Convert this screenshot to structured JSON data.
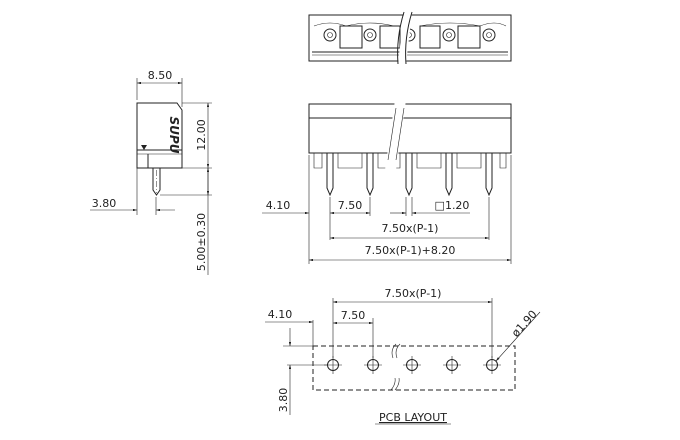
{
  "side_view": {
    "width_dim": "8.50",
    "height_dim": "12.00",
    "pin_length_dim": "5.00±0.30",
    "pin_offset_dim": "3.80",
    "brand_mark": "SUPU"
  },
  "front_view": {
    "edge_dim": "4.10",
    "pitch_dim": "7.50",
    "pin_size_dim": "□1.20",
    "span_dim": "7.50x(P-1)",
    "total_dim": "7.50x(P-1)+8.20"
  },
  "pcb_layout": {
    "span_dim": "7.50x(P-1)",
    "pitch_dim": "7.50",
    "edge_dim": "4.10",
    "row_dim": "3.80",
    "hole_dim": "ø1.90",
    "title": "PCB LAYOUT"
  }
}
